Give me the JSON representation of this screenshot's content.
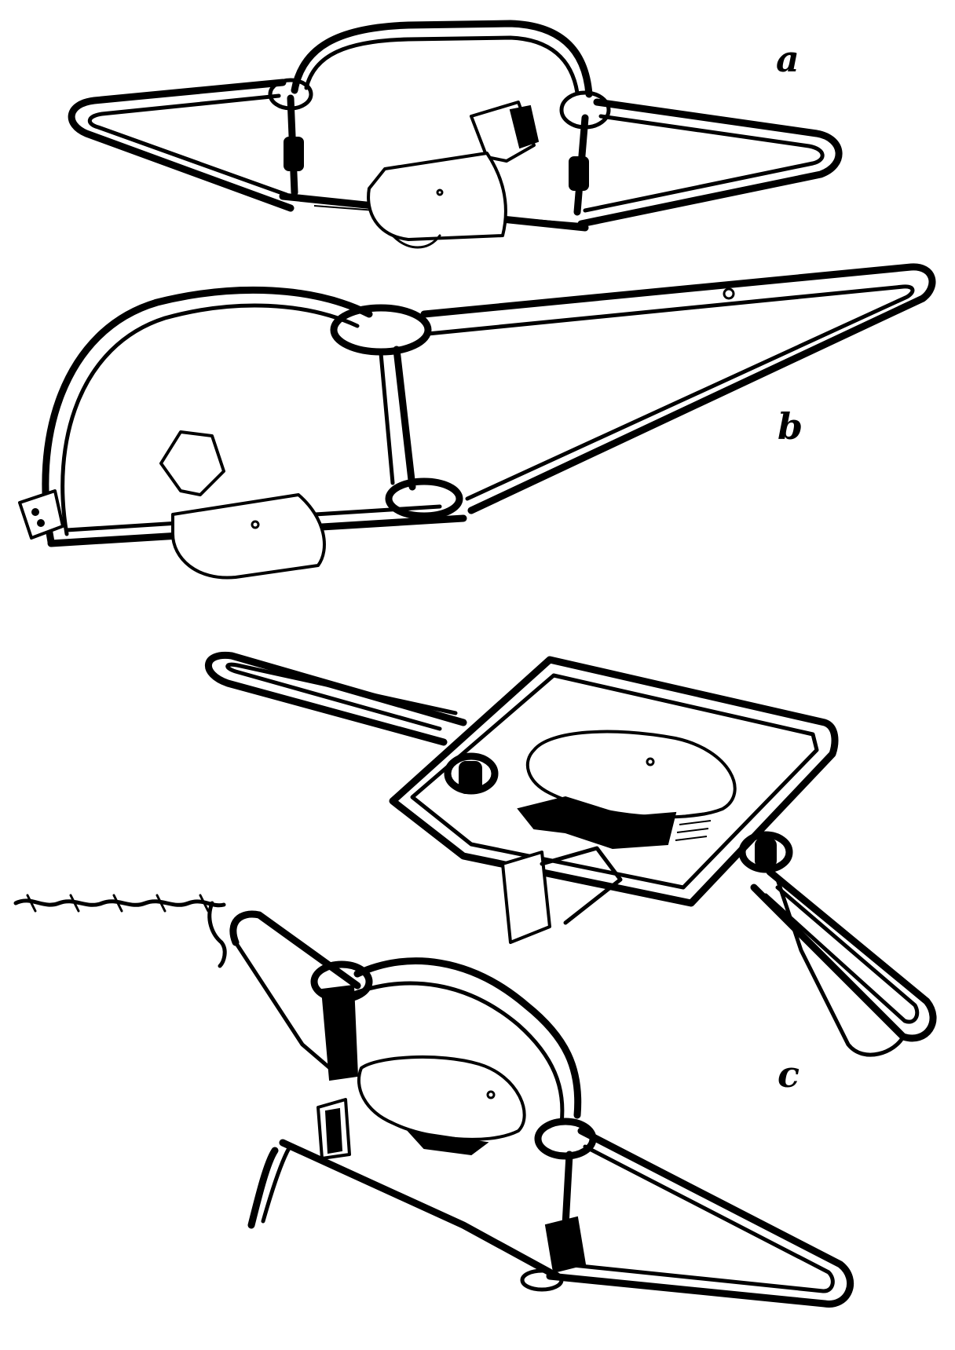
{
  "labels": {
    "a": "a",
    "b": "b",
    "c": "c"
  },
  "colors": {
    "ink": "#000000",
    "paper": "#ffffff"
  }
}
